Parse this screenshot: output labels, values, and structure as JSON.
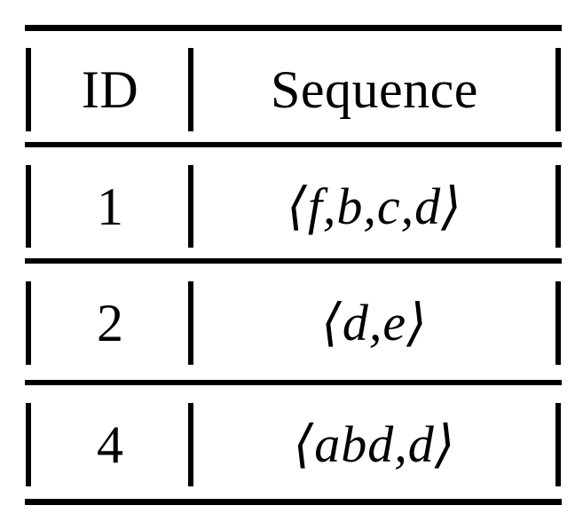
{
  "figure": {
    "kind": "booktabs-table",
    "caption": "",
    "background_color": "#ffffff",
    "rule_color": "#000000",
    "text_color": "#000000"
  },
  "table": {
    "columns": [
      {
        "key": "id",
        "header": "ID",
        "align": "center",
        "style": "roman"
      },
      {
        "key": "sequence",
        "header": "Sequence",
        "align": "center",
        "style": "italic"
      }
    ],
    "rows": [
      {
        "id": "1",
        "sequence": "⟨f,b,c,d⟩"
      },
      {
        "id": "2",
        "sequence": "⟨d,e⟩"
      },
      {
        "id": "4",
        "sequence": "⟨abd,d⟩"
      }
    ],
    "row_count": 3,
    "rules": {
      "top": "—",
      "header_separator": "—",
      "between_rows": "—",
      "bottom": "—",
      "left_border": "|",
      "column_separator": "|",
      "right_border": "|"
    }
  }
}
